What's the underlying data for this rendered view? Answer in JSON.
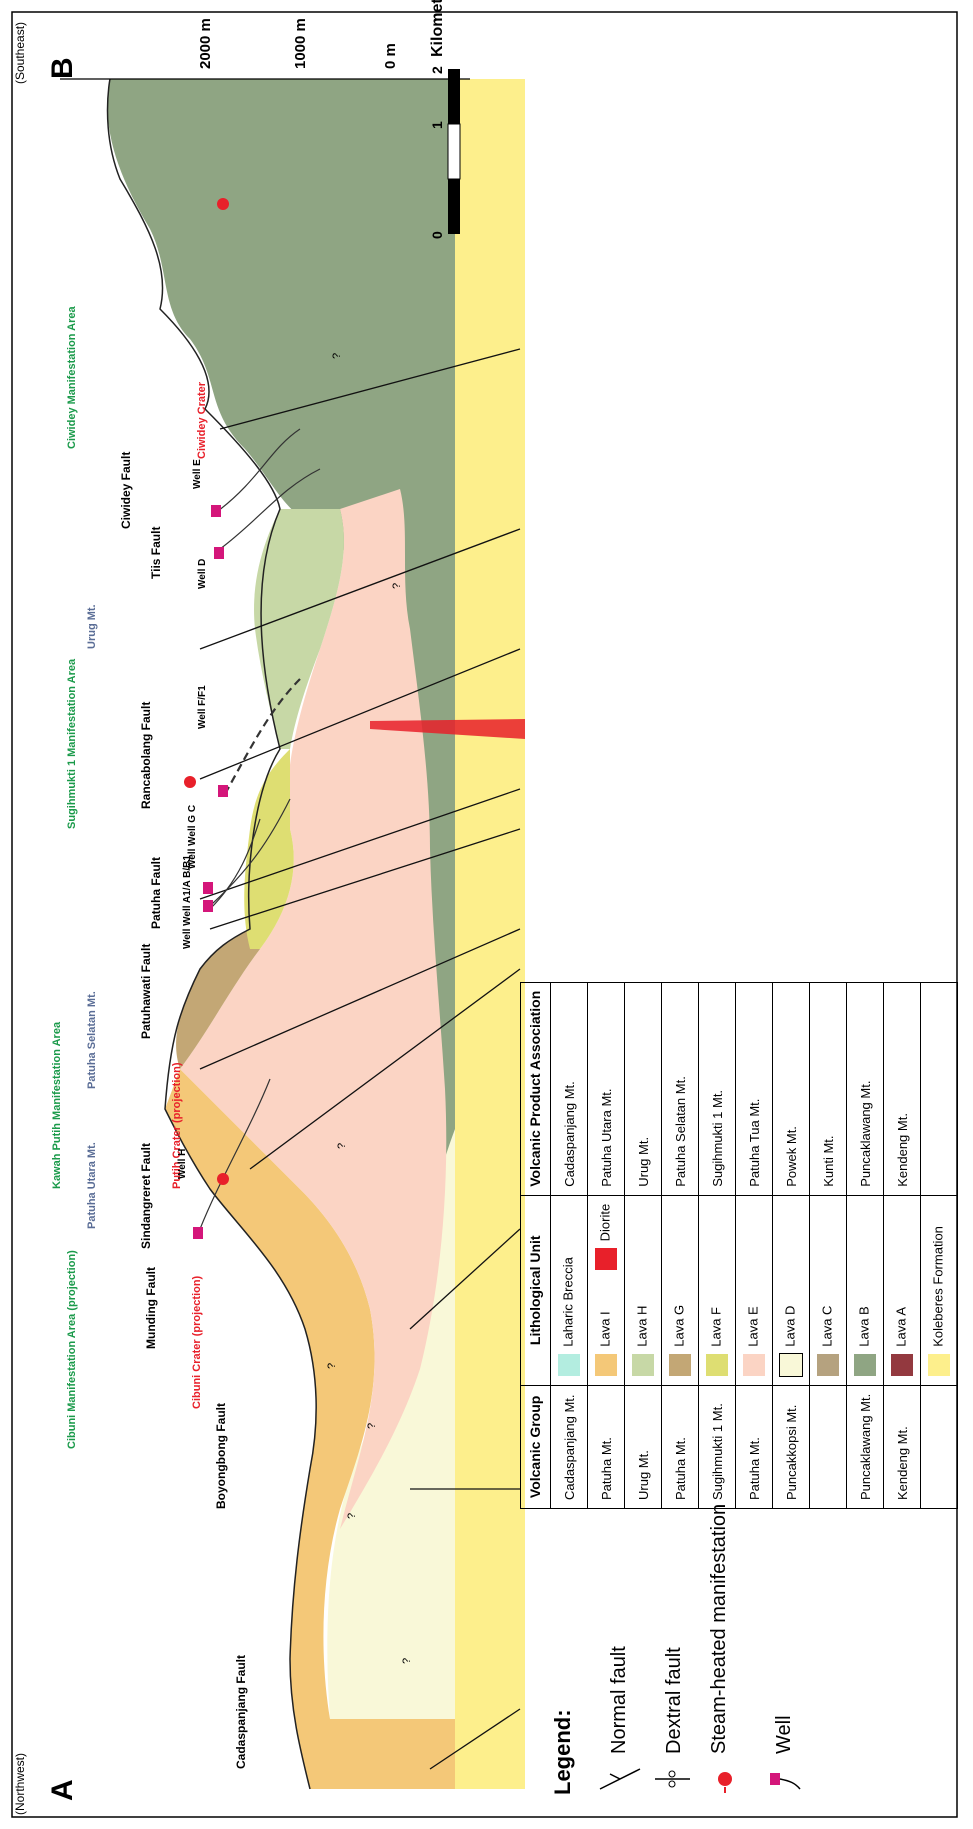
{
  "section": {
    "corner_left": "(Northwest)",
    "corner_right": "(Southeast)",
    "label_start": "A",
    "label_end": "B",
    "elevation_labels": [
      "2000 m",
      "1000 m",
      "0 m"
    ]
  },
  "scale_bar": {
    "ticks": [
      "0",
      "1",
      "2"
    ],
    "unit": "Kilometer"
  },
  "faults": [
    {
      "name": "Cadaspanjang Fault"
    },
    {
      "name": "Boyongbong Fault"
    },
    {
      "name": "Munding Fault"
    },
    {
      "name": "Sindangreret Fault"
    },
    {
      "name": "Patuhawati Fault"
    },
    {
      "name": "Patuha Fault"
    },
    {
      "name": "Rancabolang Fault"
    },
    {
      "name": "Tiis Fault"
    },
    {
      "name": "Ciwidey Fault"
    }
  ],
  "manifestations": {
    "cibuni_area": "Cibuni Manifestation Area (projection)",
    "cibuni_crater": "Cibuni Crater (projection)",
    "kawah_putih_area": "Kawah Putih Manifestation Area",
    "putih_crater": "Putih Crater (projection)",
    "patuha_utara": "Patuha Utara Mt.",
    "patuha_selatan": "Patuha Selatan Mt.",
    "sugihmukti_area": "Sugihmukti 1 Manifestation Area",
    "urug": "Urug Mt.",
    "ciwidey_area": "Ciwidey Manifestation Area",
    "ciwidey_crater": "Ciwidey Crater"
  },
  "wells": [
    "Well H",
    "Well Well A1/A B/B1",
    "Well Well G C",
    "Well F/F1",
    "Well D",
    "Well E"
  ],
  "question_mark": "?",
  "legend": {
    "title": "Legend:",
    "items": [
      "Normal fault",
      "Dextral fault",
      "Steam-heated manifestation",
      "Well"
    ]
  },
  "table": {
    "headers": [
      "Volcanic Group",
      "Lithological Unit",
      "Volcanic Product Association"
    ],
    "rows": [
      {
        "group": "Cadaspanjang Mt.",
        "unit": "Laharic Breccia",
        "color": "#b3ede0",
        "assoc": "Cadaspanjang Mt."
      },
      {
        "group": "Patuha Mt.",
        "unit": "Lava I",
        "color": "#f4c878",
        "assoc": "Patuha Utara Mt.",
        "extra_unit": "Diorite",
        "extra_color": "#e8202a"
      },
      {
        "group": "Urug Mt.",
        "unit": "Lava H",
        "color": "#c7d8a6",
        "assoc": "Urug Mt."
      },
      {
        "group": "Patuha Mt.",
        "unit": "Lava G",
        "color": "#c3a775",
        "assoc": "Patuha Selatan Mt."
      },
      {
        "group": "Sugihmukti 1 Mt.",
        "unit": "Lava F",
        "color": "#dede72",
        "assoc": "Sugihmukti 1 Mt."
      },
      {
        "group": "Patuha Mt.",
        "unit": "Lava E",
        "color": "#fbd4c4",
        "assoc": "Patuha Tua Mt."
      },
      {
        "group": "Puncakkopsi Mt.",
        "unit": "Lava D",
        "color": "#f9f8d8",
        "assoc": "Powek Mt."
      },
      {
        "group": "",
        "unit": "Lava C",
        "color": "#b5a27f",
        "assoc": "Kunti Mt."
      },
      {
        "group": "Puncaklawang Mt.",
        "unit": "Lava B",
        "color": "#8fa583",
        "assoc": "Puncaklawang Mt."
      },
      {
        "group": "Kendeng Mt.",
        "unit": "Lava A",
        "color": "#93393f",
        "assoc": "Kendeng Mt."
      },
      {
        "group": "",
        "unit": "Koleberes Formation",
        "color": "#fdef8c",
        "assoc": ""
      }
    ]
  }
}
